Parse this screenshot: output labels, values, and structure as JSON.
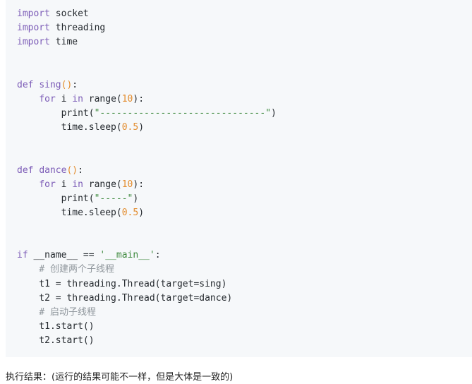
{
  "code": {
    "lines": [
      {
        "text": "import socket"
      },
      {
        "text": "import threading"
      },
      {
        "text": "import time"
      },
      {
        "text": ""
      },
      {
        "text": ""
      },
      {
        "text": "def sing():"
      },
      {
        "text": "    for i in range(10):"
      },
      {
        "text": "        print(\"------------------------------\")"
      },
      {
        "text": "        time.sleep(0.5)"
      },
      {
        "text": ""
      },
      {
        "text": ""
      },
      {
        "text": "def dance():"
      },
      {
        "text": "    for i in range(10):"
      },
      {
        "text": "        print(\"-----\")"
      },
      {
        "text": "        time.sleep(0.5)"
      },
      {
        "text": ""
      },
      {
        "text": ""
      },
      {
        "text": "if __name__ == '__main__':"
      },
      {
        "text": "    # 创建两个子线程"
      },
      {
        "text": "    t1 = threading.Thread(target=sing)"
      },
      {
        "text": "    t2 = threading.Thread(target=dance)"
      },
      {
        "text": "    # 启动子线程"
      },
      {
        "text": "    t1.start()"
      },
      {
        "text": "    t2.start()"
      }
    ]
  },
  "caption": "执行结果：(运行的结果可能不一样，但是大体是一致的)"
}
